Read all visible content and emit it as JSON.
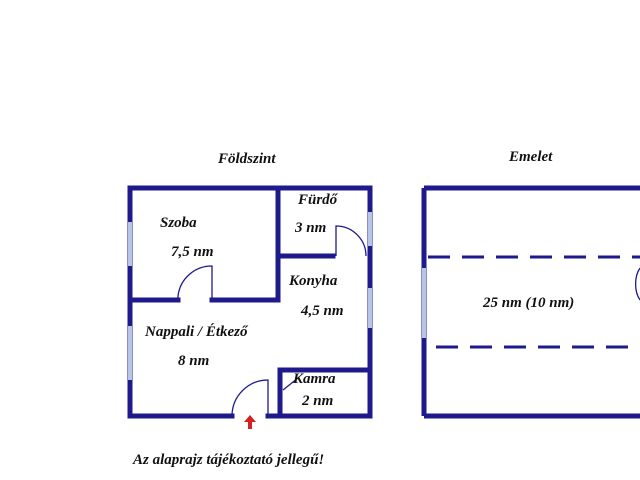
{
  "floors": {
    "ground": {
      "title": "Földszint",
      "rooms": [
        {
          "name": "Szoba",
          "area": "7,5 nm"
        },
        {
          "name": "Fürdő",
          "area": "3 nm"
        },
        {
          "name": "Konyha",
          "area": "4,5 nm"
        },
        {
          "name": "Nappali / Étkező",
          "area": "8 nm"
        },
        {
          "name": "Kamra",
          "area": "2 nm"
        }
      ]
    },
    "upper": {
      "title": "Emelet",
      "area": "25 nm (10 nm)"
    }
  },
  "footer_note": "Az alaprajz tájékoztató jellegű!",
  "colors": {
    "wall": "#1e1a8c",
    "window": "#b7c6e6",
    "entrance_arrow": "#d42020"
  }
}
